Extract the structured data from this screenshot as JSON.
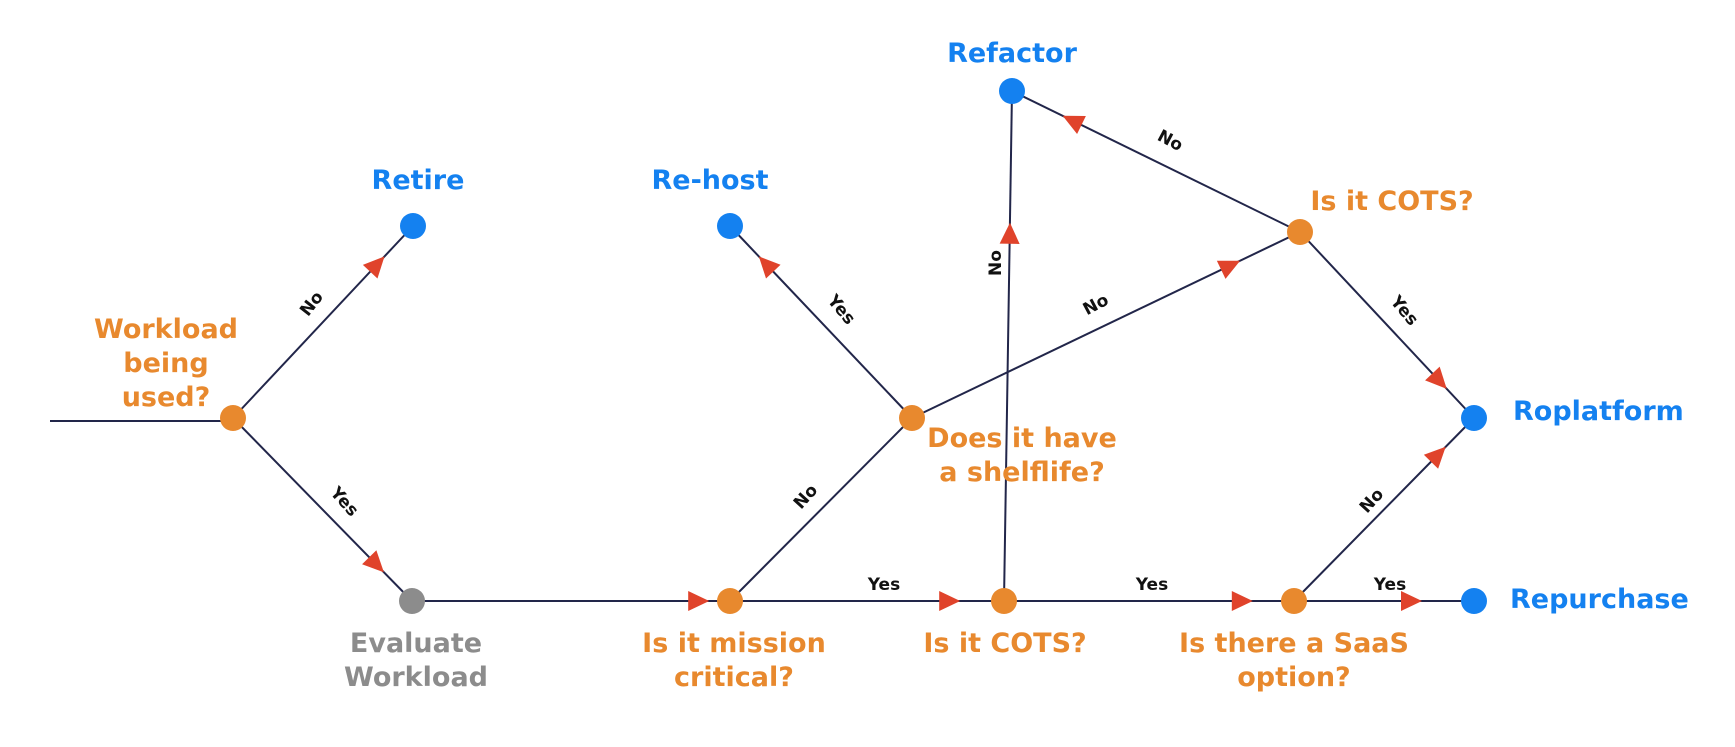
{
  "colors": {
    "decision": "#E8892E",
    "outcome": "#1481F0",
    "start": "#8C8C8C",
    "line": "#22264A",
    "arrow": "#E0432B",
    "edge_label": "#111111"
  },
  "nodes": {
    "workload_used": {
      "kind": "decision",
      "lines": [
        "Workload",
        "being",
        "used?"
      ]
    },
    "retire": {
      "kind": "outcome",
      "lines": [
        "Retire"
      ]
    },
    "evaluate": {
      "kind": "start",
      "lines": [
        "Evaluate",
        "Workload"
      ]
    },
    "mission_critical": {
      "kind": "decision",
      "lines": [
        "Is it mission",
        "critical?"
      ]
    },
    "rehost": {
      "kind": "outcome",
      "lines": [
        "Re-host"
      ]
    },
    "shelflife": {
      "kind": "decision",
      "lines": [
        "Does it have",
        "a shelflife?"
      ]
    },
    "cots_bottom": {
      "kind": "decision",
      "lines": [
        "Is it COTS?"
      ]
    },
    "refactor": {
      "kind": "outcome",
      "lines": [
        "Refactor"
      ]
    },
    "cots_top": {
      "kind": "decision",
      "lines": [
        "Is it COTS?"
      ]
    },
    "saas": {
      "kind": "decision",
      "lines": [
        "Is there a SaaS",
        "option?"
      ]
    },
    "roplatform": {
      "kind": "outcome",
      "lines": [
        "Roplatform"
      ]
    },
    "repurchase": {
      "kind": "outcome",
      "lines": [
        "Repurchase"
      ]
    }
  },
  "edges": [
    {
      "from": "workload_used",
      "to": "retire",
      "label": "No"
    },
    {
      "from": "workload_used",
      "to": "evaluate",
      "label": "Yes"
    },
    {
      "from": "evaluate",
      "to": "mission_critical",
      "label": ""
    },
    {
      "from": "mission_critical",
      "to": "cots_bottom",
      "label": "Yes"
    },
    {
      "from": "mission_critical",
      "to": "shelflife",
      "label": "No"
    },
    {
      "from": "shelflife",
      "to": "rehost",
      "label": "Yes"
    },
    {
      "from": "shelflife",
      "to": "cots_top",
      "label": "No"
    },
    {
      "from": "cots_bottom",
      "to": "refactor",
      "label": "No"
    },
    {
      "from": "cots_bottom",
      "to": "saas",
      "label": "Yes"
    },
    {
      "from": "cots_top",
      "to": "refactor",
      "label": "No"
    },
    {
      "from": "cots_top",
      "to": "roplatform",
      "label": "Yes"
    },
    {
      "from": "saas",
      "to": "roplatform",
      "label": "No"
    },
    {
      "from": "saas",
      "to": "repurchase",
      "label": "Yes"
    }
  ]
}
